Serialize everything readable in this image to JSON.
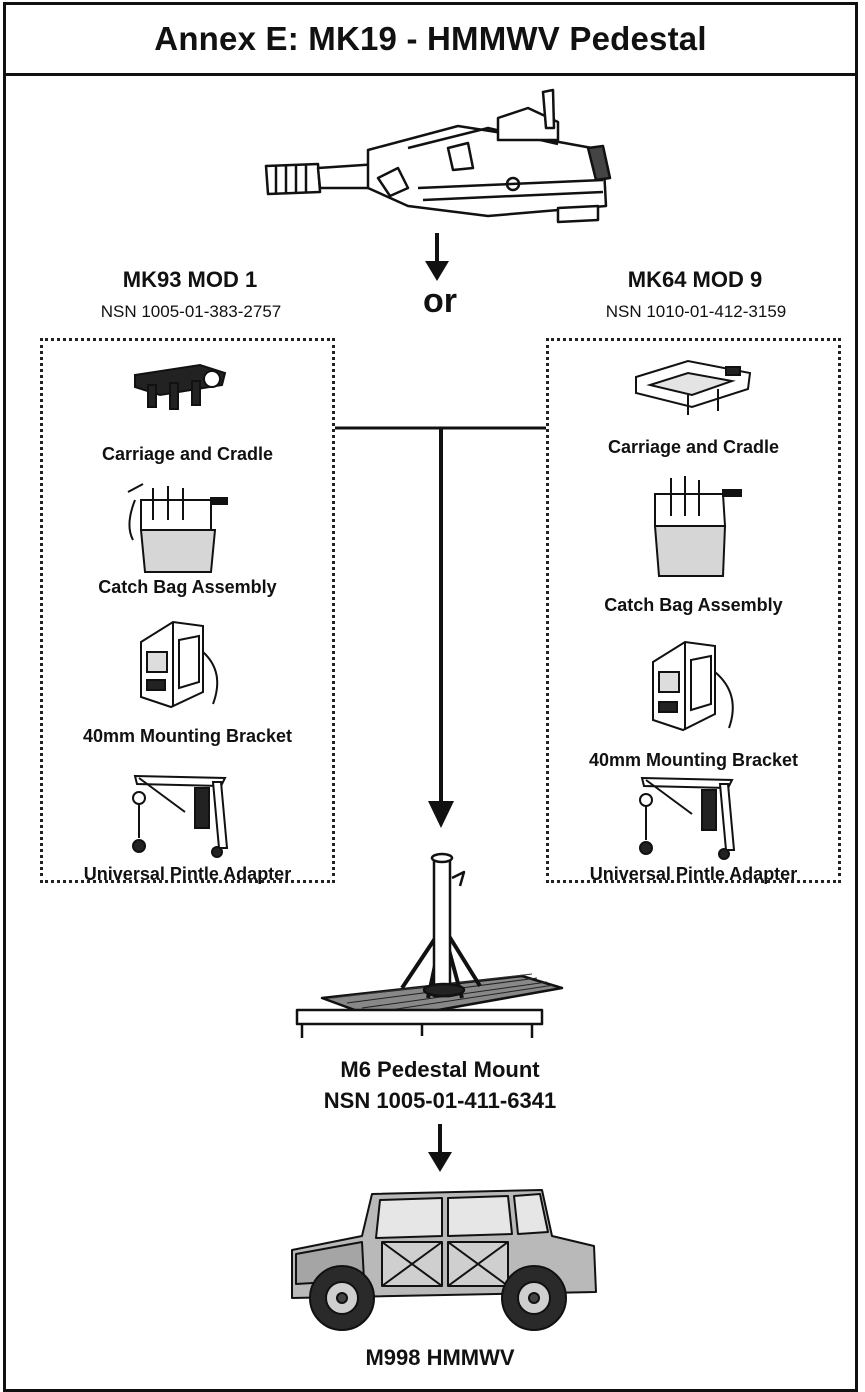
{
  "title": "Annex E: MK19 - HMMWV Pedestal",
  "connector": "or",
  "left_mount": {
    "name": "MK93 MOD 1",
    "nsn": "NSN 1005-01-383-2757",
    "components": [
      {
        "label": "Carriage and Cradle",
        "icon": "carriage-cradle-icon"
      },
      {
        "label": "Catch Bag Assembly",
        "icon": "catch-bag-icon"
      },
      {
        "label": "40mm Mounting Bracket",
        "icon": "mounting-bracket-icon"
      },
      {
        "label": "Universal Pintle Adapter",
        "icon": "pintle-adapter-icon"
      }
    ]
  },
  "right_mount": {
    "name": "MK64 MOD 9",
    "nsn": "NSN 1010-01-412-3159",
    "components": [
      {
        "label": "Carriage and Cradle",
        "icon": "carriage-cradle-icon"
      },
      {
        "label": "Catch Bag Assembly",
        "icon": "catch-bag-icon"
      },
      {
        "label": "40mm Mounting Bracket",
        "icon": "mounting-bracket-icon"
      },
      {
        "label": "Universal Pintle Adapter",
        "icon": "pintle-adapter-icon"
      }
    ]
  },
  "pedestal": {
    "name": "M6 Pedestal Mount",
    "nsn": "NSN 1005-01-411-6341"
  },
  "vehicle": {
    "name": "M998 HMMWV"
  }
}
